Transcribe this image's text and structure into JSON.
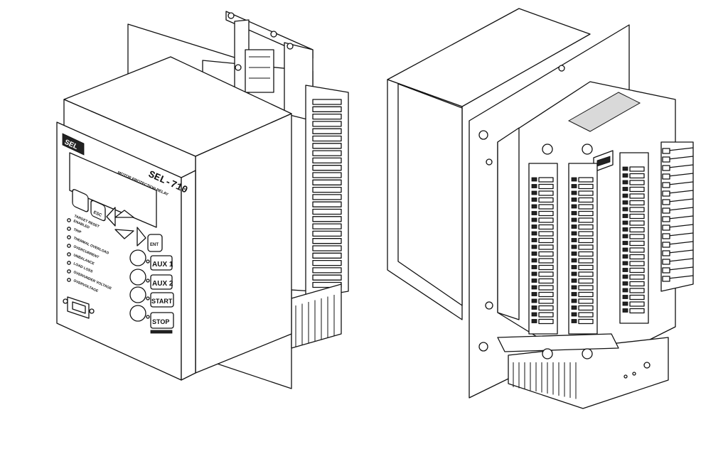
{
  "relay": {
    "logo": "SEL",
    "model": "SEL-710",
    "subtitle": "MOTOR PROTECTION RELAY",
    "nav_buttons": {
      "reset": "TARGET RESET",
      "esc": "ESC",
      "ent": "ENT"
    },
    "leds": [
      "ENABLED",
      "TRIP",
      "THERMAL OVERLOAD",
      "OVERCURRENT",
      "UNBALANCE",
      "LOAD LOSS",
      "OVER/UNDER VOLTAGE",
      "OVERVOLTAGE"
    ],
    "pushbuttons": [
      "AUX 1",
      "AUX 2",
      "START",
      "STOP"
    ]
  }
}
